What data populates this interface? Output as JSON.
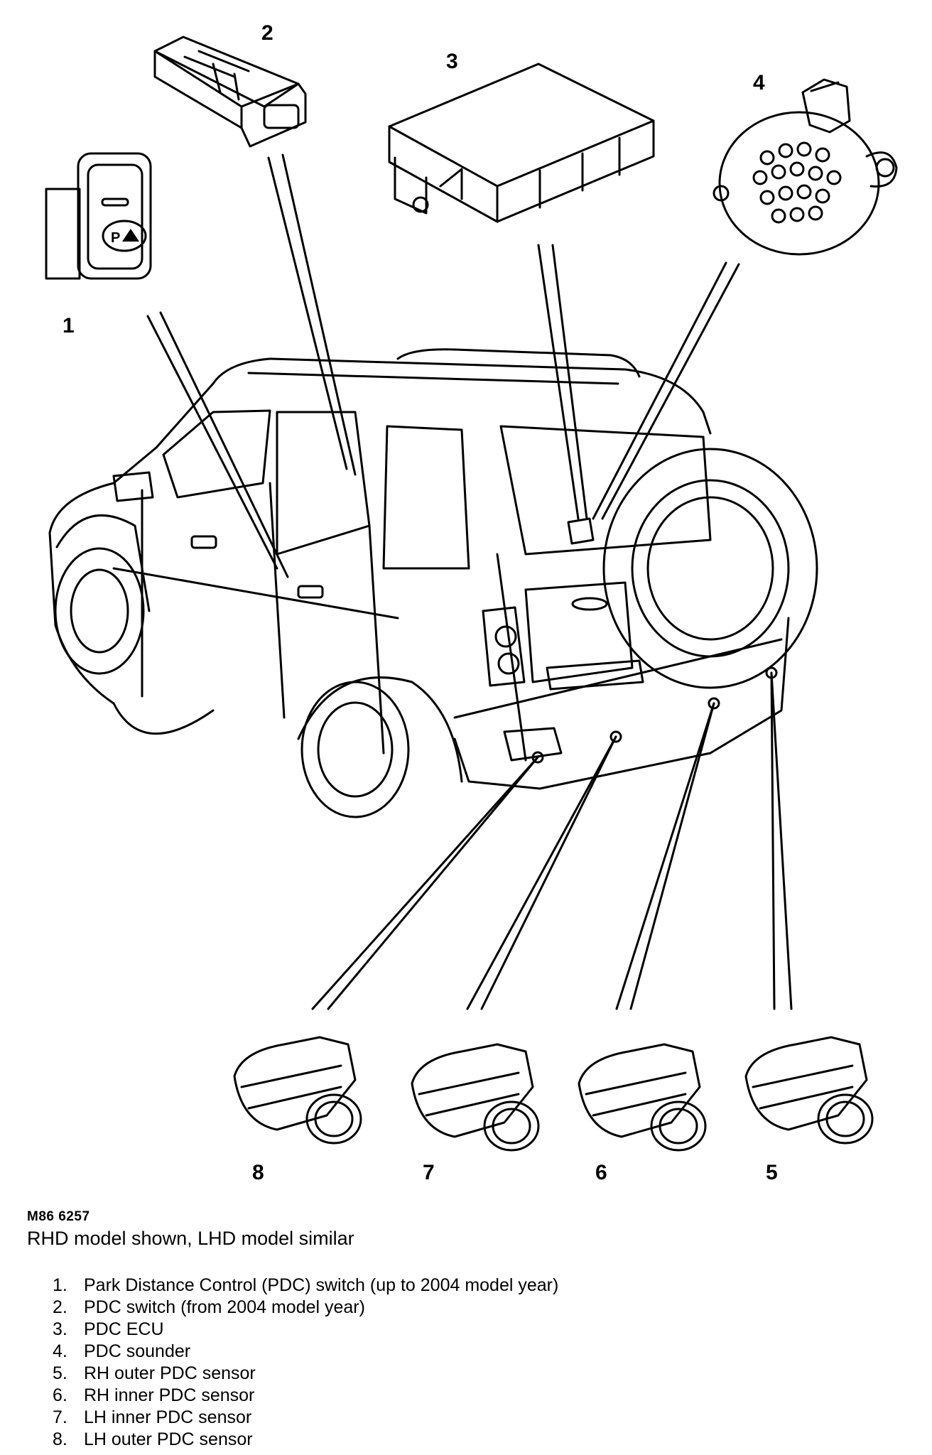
{
  "figure_id": "M86 6257",
  "note": "RHD model shown, LHD model similar",
  "callouts": [
    "1",
    "2",
    "3",
    "4",
    "5",
    "6",
    "7",
    "8"
  ],
  "legend": [
    {
      "num": "1.",
      "text": "Park Distance Control (PDC) switch (up to 2004 model year)"
    },
    {
      "num": "2.",
      "text": "PDC switch (from 2004 model year)"
    },
    {
      "num": "3.",
      "text": "PDC ECU"
    },
    {
      "num": "4.",
      "text": "PDC sounder"
    },
    {
      "num": "5.",
      "text": "RH outer PDC sensor"
    },
    {
      "num": "6.",
      "text": "RH inner PDC sensor"
    },
    {
      "num": "7.",
      "text": "LH inner PDC sensor"
    },
    {
      "num": "8.",
      "text": "LH outer PDC sensor"
    }
  ]
}
